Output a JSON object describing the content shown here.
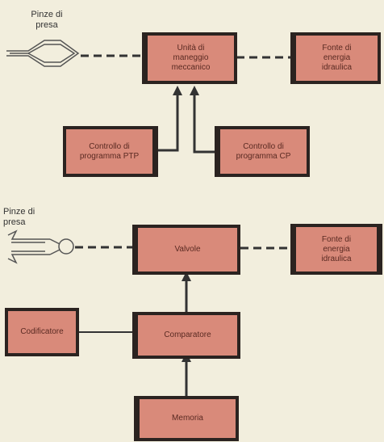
{
  "diagram_top": {
    "gripper_label": "Pinze di\npresa",
    "unit_box": "Unità di\nmaneggio\nmeccanico",
    "energy_box": "Fonte di\nenergia\nidraulica",
    "ptp_box": "Controllo di\nprogramma PTP",
    "cp_box": "Controllo di\nprogramma CP"
  },
  "diagram_bottom": {
    "gripper_label": "Pinze di\npresa",
    "valve_box": "Valvole",
    "energy_box": "Fonte di\nenergia\nidraulica",
    "encoder_box": "Codificatore",
    "comparator_box": "Comparatore",
    "memory_box": "Memoria"
  },
  "colors": {
    "box_fill": "#d98a7a",
    "box_border": "#2b2320",
    "background": "#f2eedd"
  }
}
